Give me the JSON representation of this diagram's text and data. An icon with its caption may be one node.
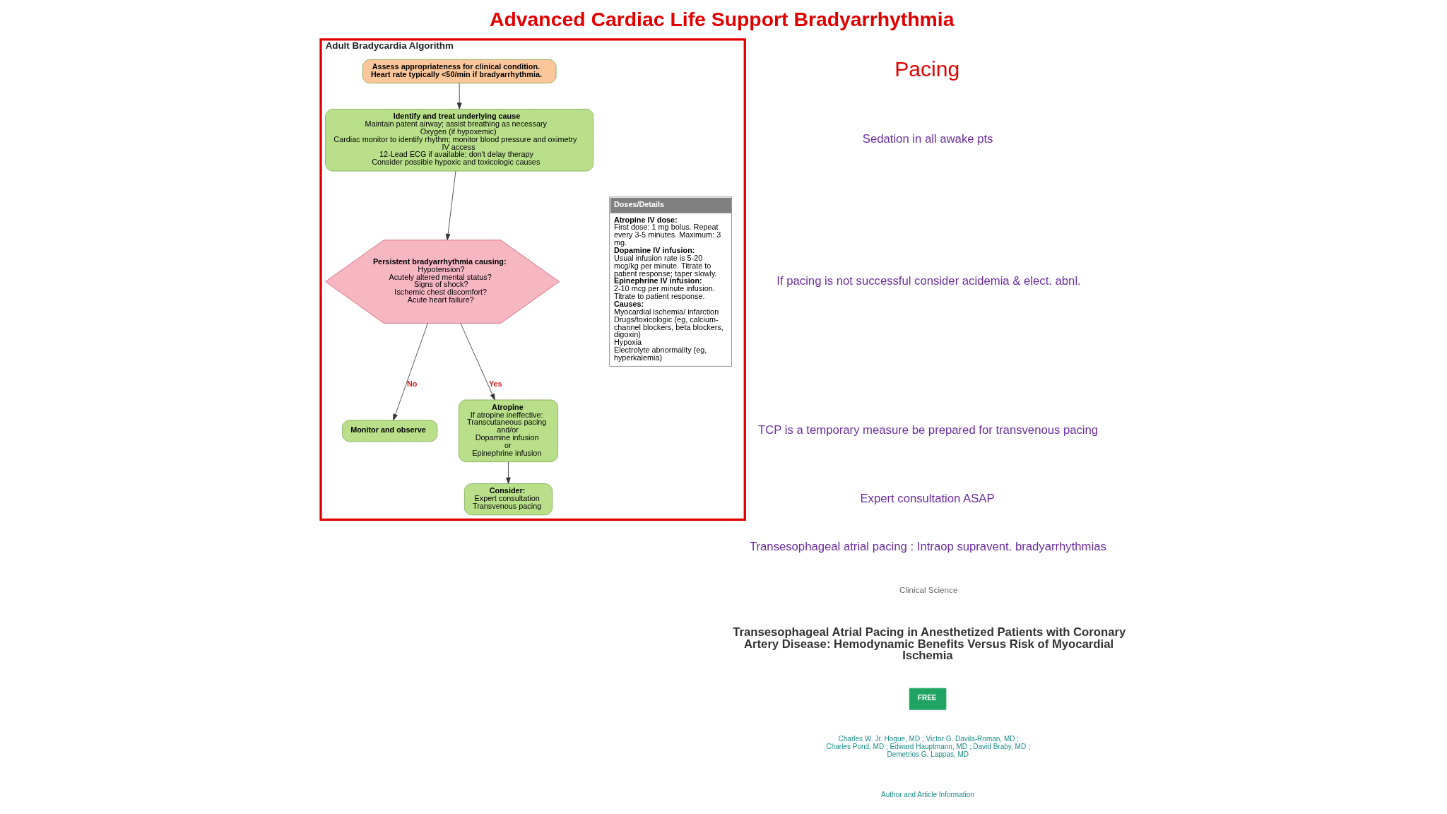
{
  "diagram": {
    "title": "Advanced Cardiac Life Support Bradyarrhythmia",
    "nodes": [
      {
        "text": [
          "Adult Bradycardia Algorithm"
        ]
      },
      {
        "text": [
          "Assess appropriateness for clinical condition. Heart rate typically <50/min if bradyarrhythmia."
        ],
        "in": 0
      },
      {
        "text": [
          "Identify and treat underlying cause",
          "Maintain patent airway; assist breathing as necessary",
          "Oxygen (if hypoxemic)",
          "Cardiac monitor to identify rhythm; monitor blood pressure and oximetry",
          "IV access",
          "12-Lead ECG if available; don't delay therapy",
          "Consider possible hypoxic and toxicologic causes"
        ],
        "in": 0
      },
      {
        "text": [
          "Persistent bradyarrhythmia causing:",
          "Hypotension?",
          "Acutely altered mental status?",
          "Signs of shock?",
          "Ischemic chest discomfort?",
          "Acute heart failure?"
        ],
        "in": 0
      },
      {
        "text": [
          "Monitor and observe"
        ],
        "in": 0
      },
      {
        "text": [
          "Atropine",
          "If atropine ineffective:",
          "Transcutaneous pacing",
          "and/or",
          "Dopamine infusion",
          "or",
          "Epinephrine infusion"
        ],
        "in": 0
      },
      {
        "text": [
          "Consider:",
          "Expert consultation",
          "Transvenous pacing"
        ],
        "in": 0
      },
      {
        "text": [
          "Doses/Details",
          "Atropine IV dose:",
          "First dose: 1 mg bolus. Repeat every 3-5 minutes. Maximum: 3 mg.",
          "Dopamine IV infusion:",
          "Usual infusion rate is 5-20 mcg/kg per minute. Titrate to patient response; taper slowly.",
          "Epinephrine IV infusion:",
          "2-10 mcg per minute infusion. Titrate to patient response.",
          "Causes:",
          "Myocardial ischemia/ infarction",
          "Drugs/toxicologic (eg, calcium-channel blockers, beta blockers, digoxin)",
          "Hypoxia",
          "Electrolyte abnormality (eg, hyperkalemia)"
        ],
        "in": 0
      }
    ],
    "edges": [
      {
        "from": 1,
        "to": 2,
        "arrow": "to"
      },
      {
        "from": 2,
        "to": 3,
        "arrow": "to"
      },
      {
        "from": 3,
        "to": 4,
        "arrow": "to",
        "label": "No"
      },
      {
        "from": 3,
        "to": 5,
        "arrow": "to",
        "label": "Yes"
      },
      {
        "from": 5,
        "to": 6,
        "arrow": "to"
      }
    ],
    "labels": [
      "Pacing",
      "Sedation in all awake pts",
      "If pacing is not successful consider acidemia & elect. abnl.",
      "TCP is a temporary measure be prepared for transvenous pacing",
      "Expert consultation ASAP",
      "Transesophageal atrial pacing : Intraop supravent. bradyarrhythmias",
      "Clinical Science",
      "Transesophageal Atrial Pacing in Anesthetized Patients with Coronary Artery Disease: Hemodynamic Benefits Versus Risk of Myocardial Ischemia",
      "FREE",
      "Charles W. Jr. Hogue, MD ; Victor G. Davila-Roman, MD ; Charles Pond, MD ; Edward Hauptmann, MD ; David Braby, MD ; Demetrios G. Lappas, MD",
      "Author and Article Information"
    ]
  }
}
